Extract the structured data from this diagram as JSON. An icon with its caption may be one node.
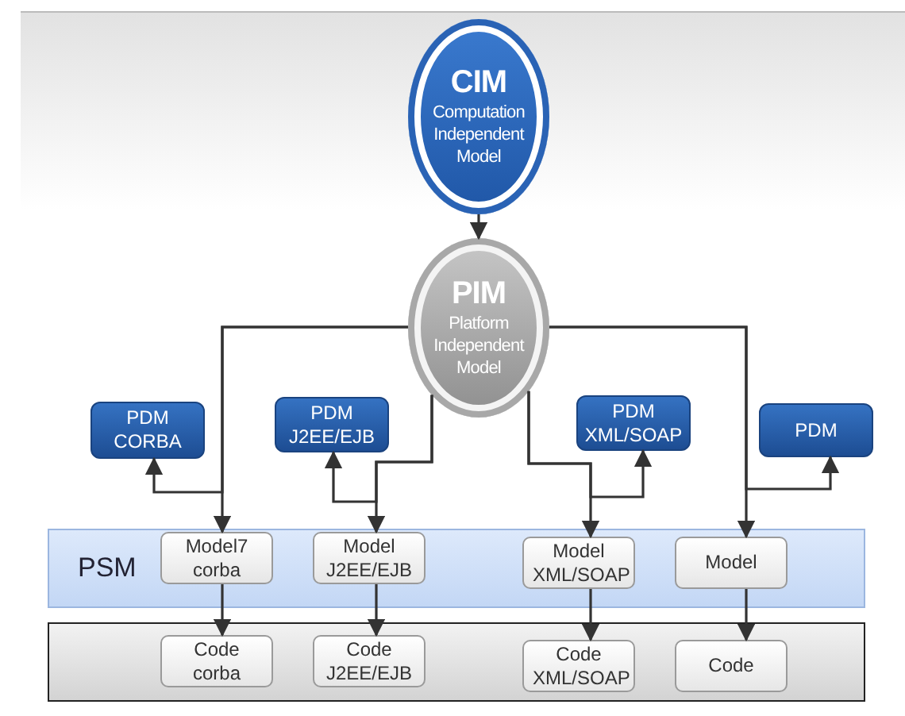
{
  "diagram": {
    "nodes": [
      {
        "text": [
          "CIM",
          "Computation Independent Model"
        ]
      },
      {
        "text": [
          "PIM",
          "Platform Independent Model"
        ]
      },
      {
        "text": [
          "PDM CORBA"
        ]
      },
      {
        "text": [
          "PDM J2EE/EJB"
        ]
      },
      {
        "text": [
          "PDM XML/SOAP"
        ]
      },
      {
        "text": [
          "PDM"
        ]
      },
      {
        "text": [
          "PSM"
        ]
      },
      {
        "text": [
          "Model7 corba"
        ],
        "in": 6
      },
      {
        "text": [
          "Model J2EE/EJB"
        ],
        "in": 6
      },
      {
        "text": [
          "Model XML/SOAP"
        ],
        "in": 6
      },
      {
        "text": [
          "Model"
        ],
        "in": 6
      },
      {
        "text": [],
        "shape": "box"
      },
      {
        "text": [
          "Code corba"
        ],
        "in": 11
      },
      {
        "text": [
          "Code J2EE/EJB"
        ],
        "in": 11
      },
      {
        "text": [
          "Code XML/SOAP"
        ],
        "in": 11
      },
      {
        "text": [
          "Code"
        ],
        "in": 11
      }
    ],
    "edges": [
      {
        "from": 0,
        "to": 1,
        "arrow": "to"
      },
      {
        "from": 1,
        "to": 7,
        "arrow": "to"
      },
      {
        "from": 1,
        "to": 2,
        "arrow": "to"
      },
      {
        "from": 1,
        "to": 8,
        "arrow": "to"
      },
      {
        "from": 1,
        "to": 3,
        "arrow": "to"
      },
      {
        "from": 1,
        "to": 9,
        "arrow": "to"
      },
      {
        "from": 1,
        "to": 4,
        "arrow": "to"
      },
      {
        "from": 1,
        "to": 10,
        "arrow": "to"
      },
      {
        "from": 1,
        "to": 5,
        "arrow": "to"
      },
      {
        "from": 7,
        "to": 12,
        "arrow": "to"
      },
      {
        "from": 8,
        "to": 13,
        "arrow": "to"
      },
      {
        "from": 9,
        "to": 14,
        "arrow": "to"
      },
      {
        "from": 10,
        "to": 15,
        "arrow": "to"
      }
    ]
  }
}
